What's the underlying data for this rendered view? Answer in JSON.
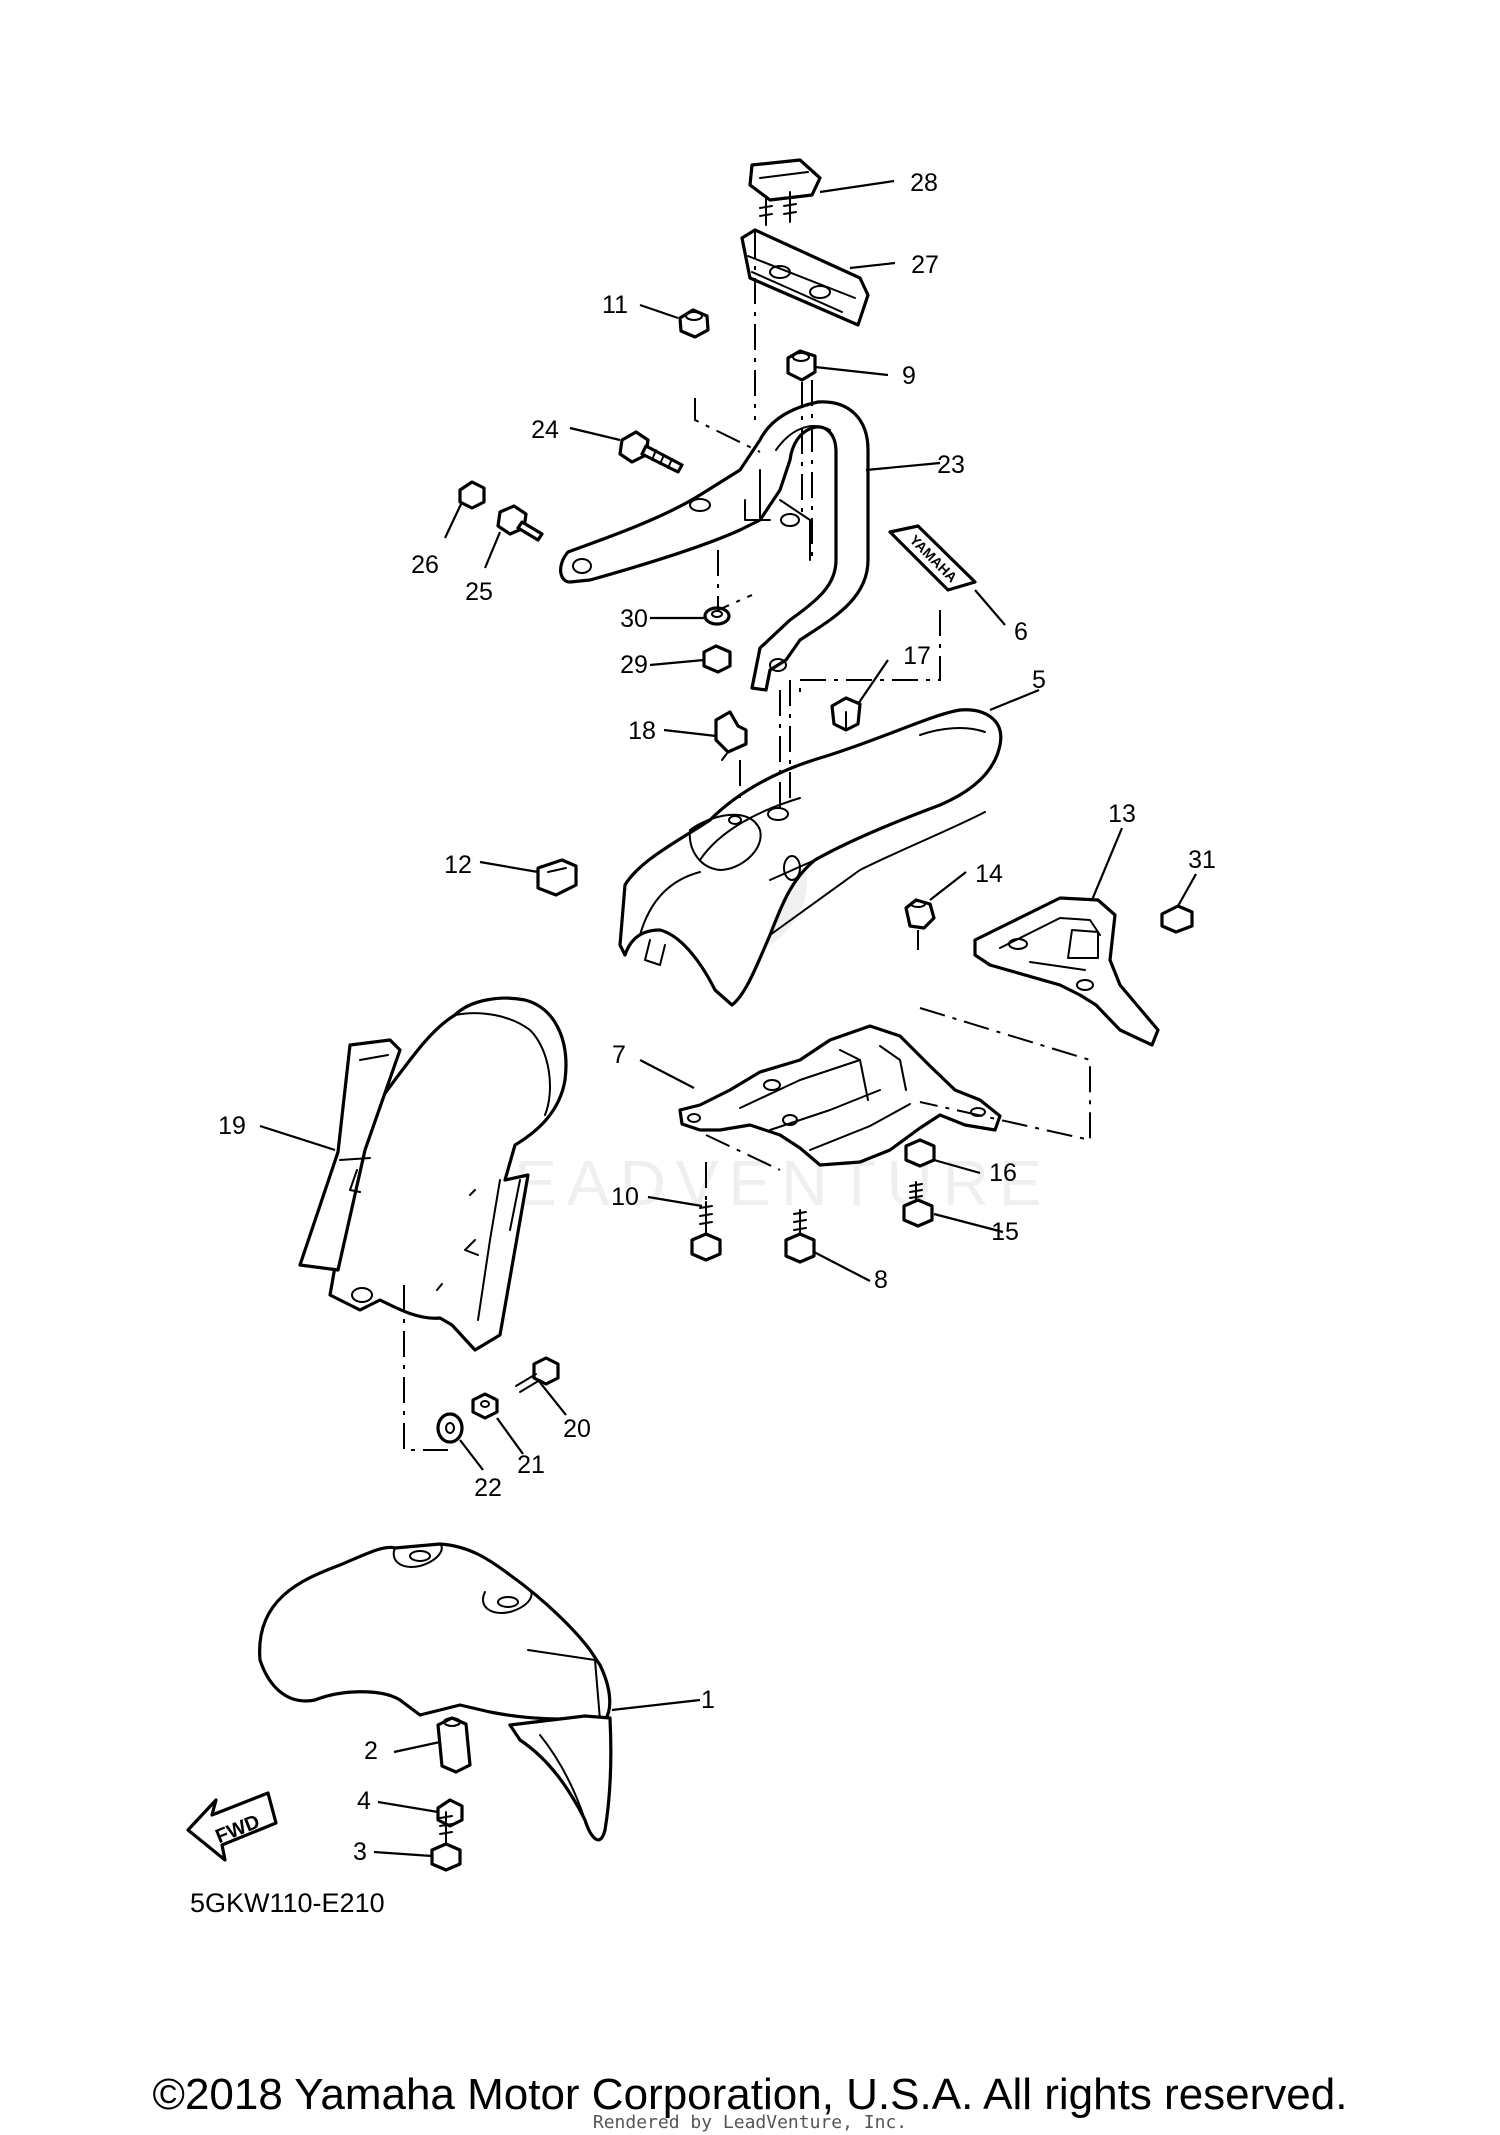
{
  "diagram": {
    "callouts": [
      "1",
      "2",
      "3",
      "4",
      "5",
      "6",
      "7",
      "8",
      "9",
      "10",
      "11",
      "12",
      "13",
      "14",
      "15",
      "16",
      "17",
      "18",
      "19",
      "20",
      "21",
      "22",
      "23",
      "24",
      "25",
      "26",
      "27",
      "28",
      "29",
      "30",
      "31"
    ],
    "diagram_code": "5GKW110-E210",
    "fwd_label": "FWD",
    "watermark": "LEADVENTURE",
    "decal_text": "YAMAHA"
  },
  "footer": {
    "copyright": "©2018 Yamaha Motor Corporation, U.S.A. All rights reserved.",
    "rendered_by": "Rendered by LeadVenture, Inc."
  }
}
